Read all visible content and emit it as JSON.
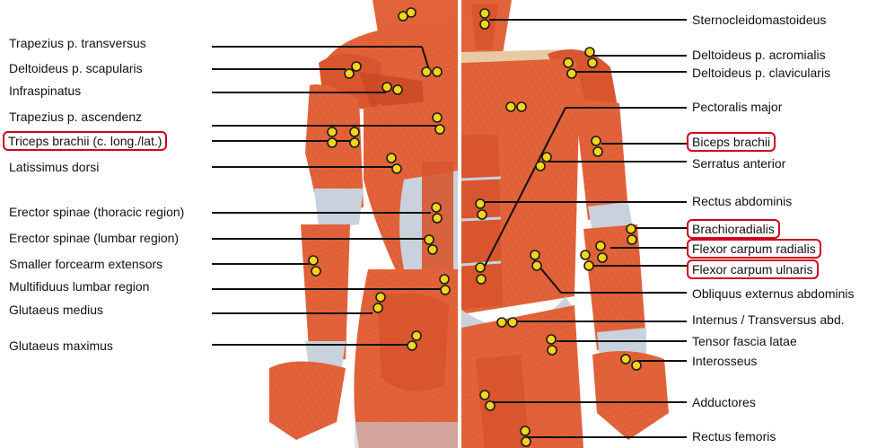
{
  "left_labels": [
    {
      "text": "Trapezius p. transversus",
      "highlighted": false
    },
    {
      "text": "Deltoideus p. scapularis",
      "highlighted": false
    },
    {
      "text": "Infraspinatus",
      "highlighted": false
    },
    {
      "text": "Trapezius p. ascendenz",
      "highlighted": false
    },
    {
      "text": "Triceps brachii (c. long./lat.)",
      "highlighted": true
    },
    {
      "text": "Latissimus dorsi",
      "highlighted": false
    },
    {
      "text": "Erector spinae (thoracic region)",
      "highlighted": false
    },
    {
      "text": "Erector spinae (lumbar region)",
      "highlighted": false
    },
    {
      "text": "Smaller forcearm extensors",
      "highlighted": false
    },
    {
      "text": "Multifiduus lumbar region",
      "highlighted": false
    },
    {
      "text": "Glutaeus medius",
      "highlighted": false
    },
    {
      "text": "Glutaeus maximus",
      "highlighted": false
    }
  ],
  "right_labels": [
    {
      "text": "Sternocleidomastoideus",
      "highlighted": false
    },
    {
      "text": "Deltoideus p. acromialis",
      "highlighted": false
    },
    {
      "text": "Deltoideus p. clavicularis",
      "highlighted": false
    },
    {
      "text": "Pectoralis major",
      "highlighted": false
    },
    {
      "text": "Biceps brachii",
      "highlighted": true
    },
    {
      "text": "Serratus anterior",
      "highlighted": false
    },
    {
      "text": "Rectus abdominis",
      "highlighted": false
    },
    {
      "text": "Brachioradialis",
      "highlighted": true
    },
    {
      "text": "Flexor carpum radialis",
      "highlighted": true
    },
    {
      "text": "Flexor carpum ulnaris",
      "highlighted": true
    },
    {
      "text": "Obliquus externus abdominis",
      "highlighted": false
    },
    {
      "text": "Internus / Transversus abd.",
      "highlighted": false
    },
    {
      "text": "Tensor fascia latae",
      "highlighted": false
    },
    {
      "text": "Interosseus",
      "highlighted": false
    },
    {
      "text": "Adductores",
      "highlighted": false
    },
    {
      "text": "Rectus femoris",
      "highlighted": false
    }
  ],
  "colors": {
    "muscle": "#e2623a",
    "muscle_dark": "#b8431f",
    "tendon": "#c9d2dc",
    "electrode_fill": "#f4d41c",
    "electrode_stroke": "#1a1a1a",
    "highlight_border": "#d0021b",
    "leader_line": "#111111"
  }
}
